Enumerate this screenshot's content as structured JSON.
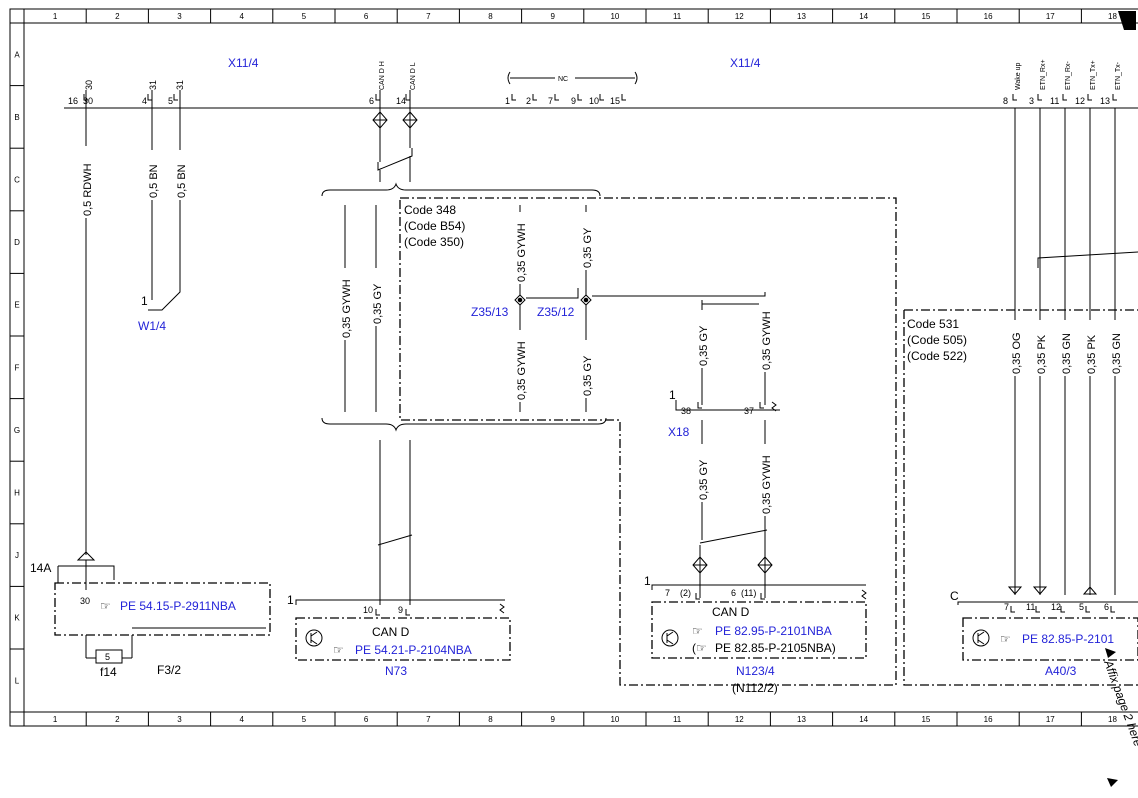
{
  "grid": {
    "cols": [
      "1",
      "2",
      "3",
      "4",
      "5",
      "6",
      "7",
      "8",
      "9",
      "10",
      "11",
      "12",
      "13",
      "14",
      "15",
      "16",
      "17",
      "18"
    ],
    "rows": [
      "A",
      "B",
      "C",
      "D",
      "E",
      "F",
      "G",
      "H",
      "J",
      "K",
      "L"
    ]
  },
  "connectors": {
    "x11_left": "X11/4",
    "x11_right": "X11/4",
    "x18": "X18"
  },
  "top_signals": {
    "p30": "30",
    "p31a": "31",
    "p31b": "31",
    "canh": "CAN D H",
    "canl": "CAN D L",
    "nc": "NC",
    "wake": "Wake up",
    "etn_rxp": "ETN_Rx+",
    "etn_rxm": "ETN_Rx-",
    "etn_txp": "ETN_Tx+",
    "etn_txm": "ETN_Tx-"
  },
  "top_pins": {
    "p16": "16",
    "p30": "30",
    "p4": "4",
    "p5": "5",
    "p6": "6",
    "p14": "14",
    "p1": "1",
    "p2": "2",
    "p7": "7",
    "p9": "9",
    "p10": "10",
    "p15": "15",
    "p8": "8",
    "p3": "3",
    "p11": "11",
    "p12": "12",
    "p13": "13"
  },
  "wires": {
    "rdwh": "0,5 RDWH",
    "bn1": "0,5 BN",
    "bn2": "0,5 BN",
    "gywh_l": "0,35 GYWH",
    "gy_l": "0,35 GY",
    "gywh_z1": "0,35 GYWH",
    "gy_z1": "0,35 GY",
    "gywh_z2": "0,35 GYWH",
    "gy_z2": "0,35 GY",
    "gy_r1": "0,35 GY",
    "gywh_r1": "0,35 GYWH",
    "gy_r2": "0,35 GY",
    "gywh_r2": "0,35 GYWH",
    "og": "0,35 OG",
    "pk1": "0,35 PK",
    "gn1": "0,35 GN",
    "pk2": "0,35 PK",
    "gn2": "0,35 GN"
  },
  "codes": {
    "code348": "Code 348",
    "codeb54": "(Code B54)",
    "code350": "(Code 350)",
    "code531": "Code 531",
    "code505": "(Code 505)",
    "code522": "(Code 522)"
  },
  "components": {
    "w14": "W1/4",
    "w14_pin": "1",
    "z3513": "Z35/13",
    "z3512": "Z35/12",
    "x18_pin1": "1",
    "x18_p38": "38",
    "x18_p37": "37",
    "f32_ref": "PE 54.15-P-2911NBA",
    "f32_label": "F3/2",
    "f32_pin": "30",
    "f32_14a": "14A",
    "f14_label": "f14",
    "f14_num": "5",
    "n73_can": "CAN D",
    "n73_ref": "PE 54.21-P-2104NBA",
    "n73_label": "N73",
    "n73_p1": "1",
    "n73_p10": "10",
    "n73_p9": "9",
    "n123_can": "CAN D",
    "n123_ref1": "PE 82.95-P-2101NBA",
    "n123_ref2": "PE 82.85-P-2105NBA)",
    "n123_label": "N123/4",
    "n123_sub": "(N112/2)",
    "n123_p1": "1",
    "n123_p7": "7",
    "n123_p2": "(2)",
    "n123_p6": "6",
    "n123_p11": "(11)",
    "a40_ref": "PE 82.85-P-2101",
    "a40_label": "A40/3",
    "a40_c": "C",
    "a40_p7": "7",
    "a40_p11": "11",
    "a40_p12": "12",
    "a40_p5": "5",
    "a40_p6": "6"
  },
  "footer": {
    "affix": "Affix page 2 here"
  },
  "colors": {
    "ink": "#000000",
    "blue": "#2323d8"
  }
}
